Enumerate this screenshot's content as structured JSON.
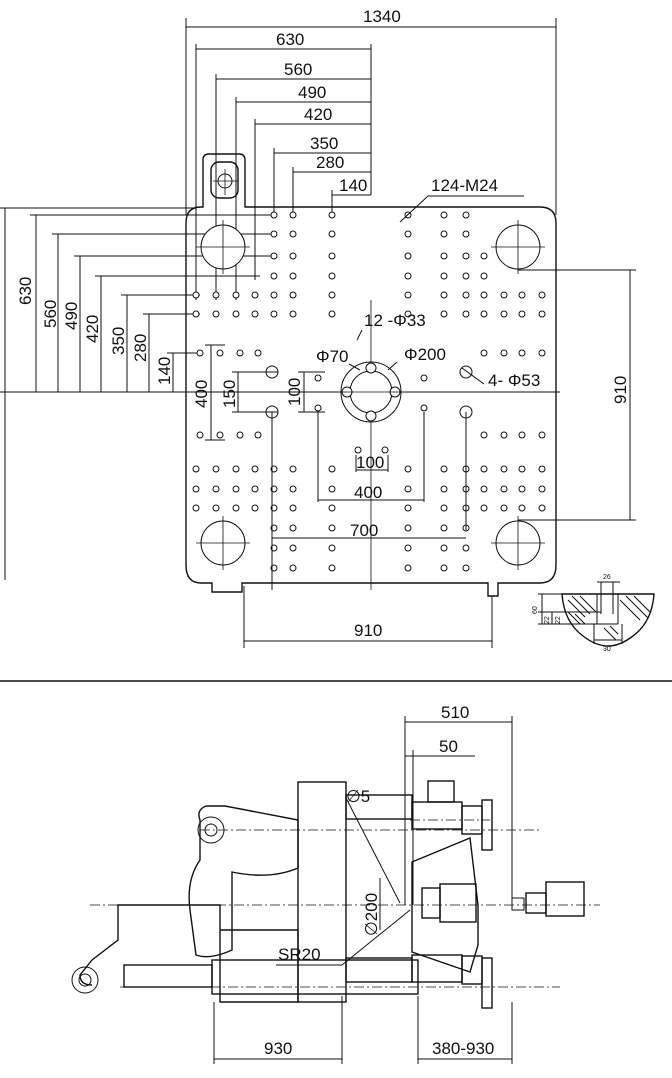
{
  "top_view": {
    "width_dims": [
      "1340",
      "630",
      "560",
      "490",
      "420",
      "350",
      "280",
      "140"
    ],
    "height_dims": [
      "630",
      "560",
      "490",
      "420",
      "350",
      "280",
      "140"
    ],
    "left_edge_partial": "1340",
    "right_dim": "910",
    "bottom_dim": "910",
    "labels": {
      "threaded_holes": "124-M24",
      "holes_12": "12 -Φ33",
      "phi70": "Φ70",
      "phi200": "Φ200",
      "holes_4": "4- Φ53",
      "d400": "400",
      "d150": "150",
      "d100v": "100",
      "d100h": "100",
      "d400h": "400",
      "d700": "700"
    },
    "inset_labels": {
      "top": "26",
      "left_outer": "60",
      "left_inner": "22",
      "left_third": "22",
      "bottom": "30"
    }
  },
  "side_view": {
    "dim_510": "510",
    "dim_50": "50",
    "dim_phi5": "∅5",
    "dim_phi200": "∅200",
    "dim_sr20": "SR20",
    "dim_930": "930",
    "dim_380_930": "380-930"
  }
}
